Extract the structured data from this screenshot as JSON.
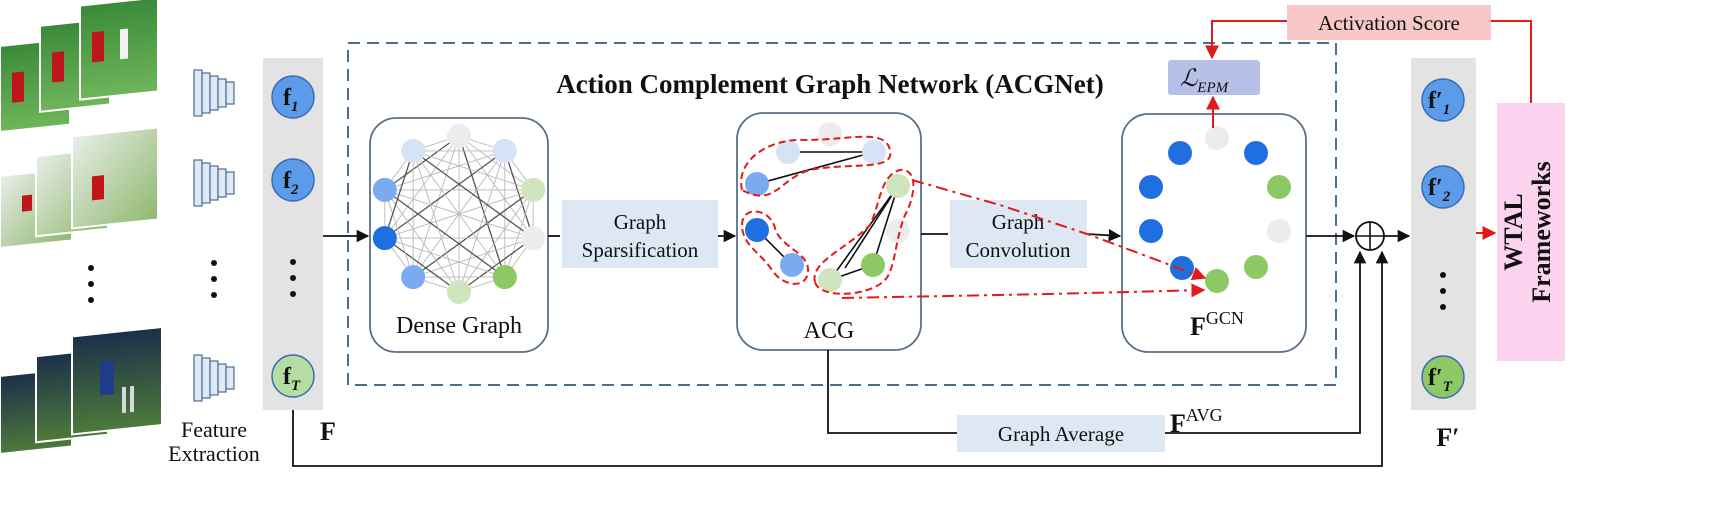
{
  "title": "Action Complement Graph Network (ACGNet)",
  "feature_extraction_label": "Feature Extraction",
  "feature_extraction_lines": [
    "Feature",
    "Extraction"
  ],
  "input_features": {
    "label": "F",
    "nodes": [
      {
        "base": "f",
        "sub": "1",
        "color": "#5b9bea"
      },
      {
        "base": "f",
        "sub": "2",
        "color": "#5b9bea"
      },
      {
        "base": "f",
        "sub": "T",
        "color": "#b5dda1"
      }
    ]
  },
  "output_features": {
    "label": "F′",
    "nodes": [
      {
        "base": "f′",
        "sub": "1",
        "color": "#5b9bea"
      },
      {
        "base": "f′",
        "sub": "2",
        "color": "#5b9bea"
      },
      {
        "base": "f′",
        "sub": "T",
        "color": "#8cc864"
      }
    ]
  },
  "vertical_ellipsis": "⋮",
  "dense_graph_label": "Dense Graph",
  "acg_label": "ACG",
  "fgcn_label": {
    "base": "F",
    "sup": "GCN"
  },
  "favg_label": {
    "base": "F",
    "sup": "AVG"
  },
  "graph_sparsification_lines": [
    "Graph",
    "Sparsification"
  ],
  "graph_convolution_lines": [
    "Graph",
    "Convolution"
  ],
  "graph_average_label": "Graph Average",
  "loss_label": {
    "base": "ℒ",
    "sub": "EPM"
  },
  "activation_score_label": "Activation Score",
  "wtal_lines": [
    "WTAL",
    "Frameworks"
  ],
  "sum_symbol": "⊕",
  "colors": {
    "dark_blue": "#1f6fe0",
    "mid_blue": "#7aaaf0",
    "light_blue": "#d6e2f5",
    "light_gray": "#ececec",
    "light_green": "#cfe5bd",
    "green": "#8cc864",
    "red": "#e31a1c",
    "box_fill": "#dde8f4",
    "wtal_fill": "#fbd3ef",
    "activation_fill": "#f8c7c7",
    "loss_fill": "#b7c0e8",
    "feature_column_fill": "#e3e3e3",
    "frame_border": "#4d6e91"
  }
}
